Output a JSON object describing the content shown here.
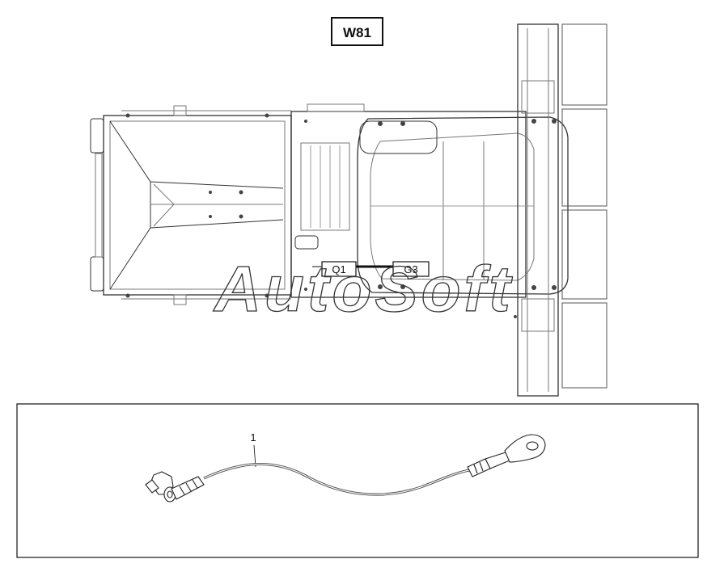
{
  "diagram_code": "W81",
  "connectors": {
    "left": "Q1",
    "right": "G3"
  },
  "callout": "1",
  "watermark": "AutoSoft",
  "colors": {
    "line": "#222222",
    "light_line": "#777777",
    "cable": "#555555"
  }
}
